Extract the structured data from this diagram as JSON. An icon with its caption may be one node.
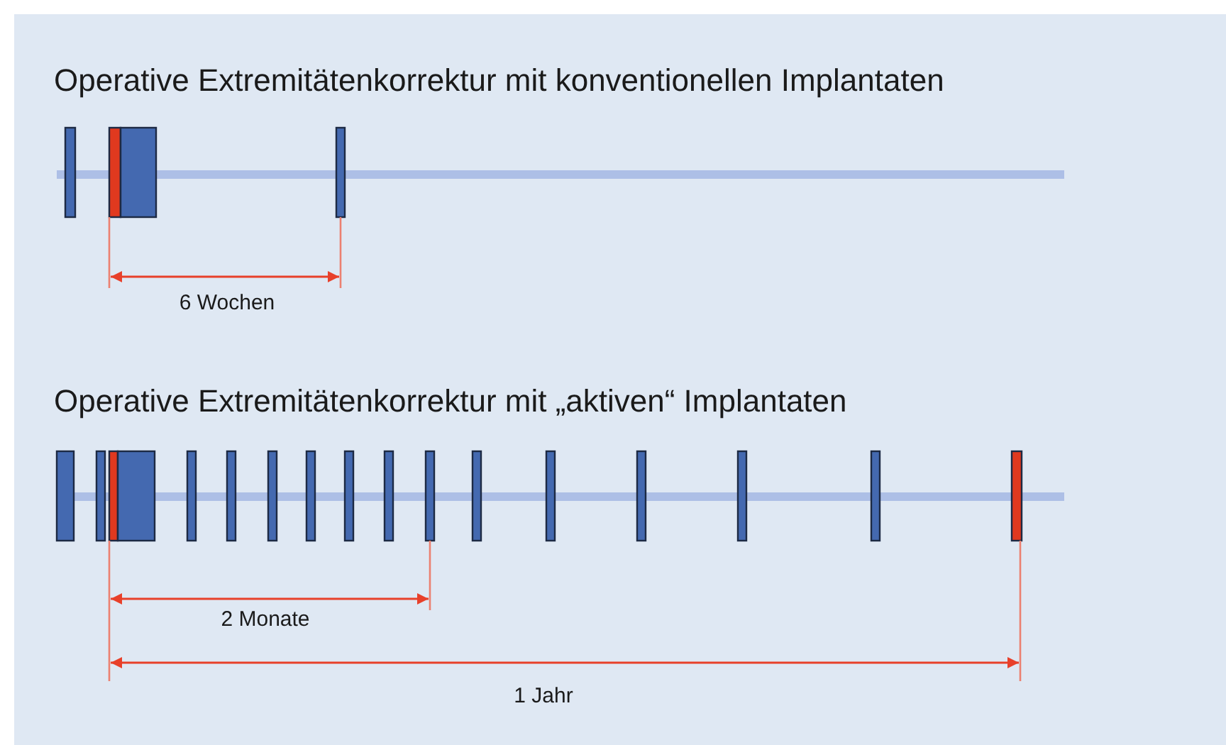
{
  "diagram": {
    "labels": [
      "Operative Extremitätenkorrektur mit konventionellen Implantaten",
      "6 Wochen",
      "Operative Extremitätenkorrektur mit „aktiven“ Implantaten",
      "2 Monate",
      "1 Jahr"
    ]
  }
}
